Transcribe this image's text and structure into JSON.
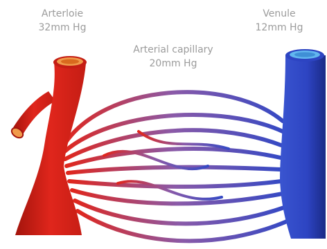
{
  "labels": {
    "arteriole": {
      "name": "Arterloie",
      "pressure": "32mm Hg"
    },
    "capillary": {
      "name": "Arterial capillary",
      "pressure": "20mm Hg"
    },
    "venule": {
      "name": "Venule",
      "pressure": "12mm Hg"
    }
  },
  "colors": {
    "artery": "#e0261c",
    "artery_dark": "#a3140c",
    "artery_rim": "#f09a4a",
    "vein": "#2d44c2",
    "vein_dark": "#1a2a86",
    "vein_rim": "#62b6ef",
    "capillary_mid": "#7a5ca8",
    "text": "#9b9b9b"
  }
}
